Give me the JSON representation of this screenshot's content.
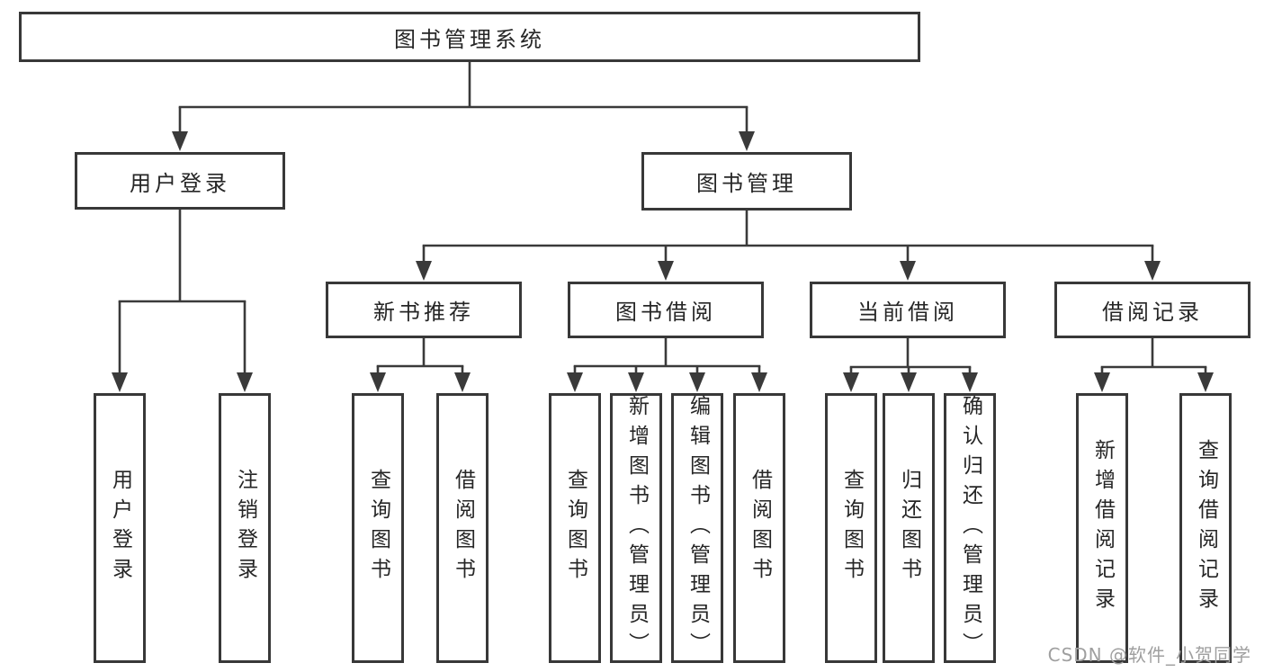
{
  "diagram": {
    "title": "图书管理系统",
    "root": {
      "label": "图书管理系统",
      "children": [
        {
          "label": "用户登录",
          "children": [
            {
              "label": "用户登录"
            },
            {
              "label": "注销登录"
            }
          ]
        },
        {
          "label": "图书管理",
          "children": [
            {
              "label": "新书推荐",
              "children": [
                {
                  "label": "查询图书"
                },
                {
                  "label": "借阅图书"
                }
              ]
            },
            {
              "label": "图书借阅",
              "children": [
                {
                  "label": "查询图书"
                },
                {
                  "label": "新增图书（管理员）"
                },
                {
                  "label": "编辑图书（管理员）"
                },
                {
                  "label": "借阅图书"
                }
              ]
            },
            {
              "label": "当前借阅",
              "children": [
                {
                  "label": "查询图书"
                },
                {
                  "label": "归还图书"
                },
                {
                  "label": "确认归还（管理员）"
                }
              ]
            },
            {
              "label": "借阅记录",
              "children": [
                {
                  "label": "新增借阅记录"
                },
                {
                  "label": "查询借阅记录"
                }
              ]
            }
          ]
        }
      ]
    },
    "colors": {
      "line": "#3a3a3a",
      "border": "#383838",
      "text": "#262626",
      "background": "#ffffff",
      "watermark": "#9f9f9f"
    }
  },
  "watermark": {
    "text": "CSDN @软件_小贺同学"
  }
}
